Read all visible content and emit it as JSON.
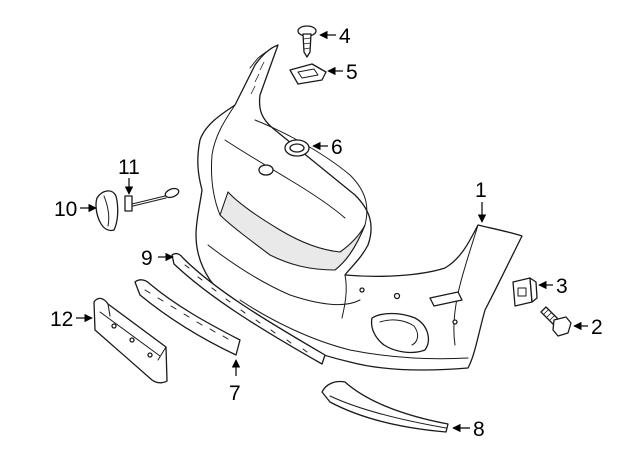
{
  "diagram": {
    "callouts": [
      {
        "label": "1"
      },
      {
        "label": "2"
      },
      {
        "label": "3"
      },
      {
        "label": "4"
      },
      {
        "label": "5"
      },
      {
        "label": "6"
      },
      {
        "label": "7"
      },
      {
        "label": "8"
      },
      {
        "label": "9"
      },
      {
        "label": "10"
      },
      {
        "label": "11"
      },
      {
        "label": "12"
      }
    ]
  }
}
